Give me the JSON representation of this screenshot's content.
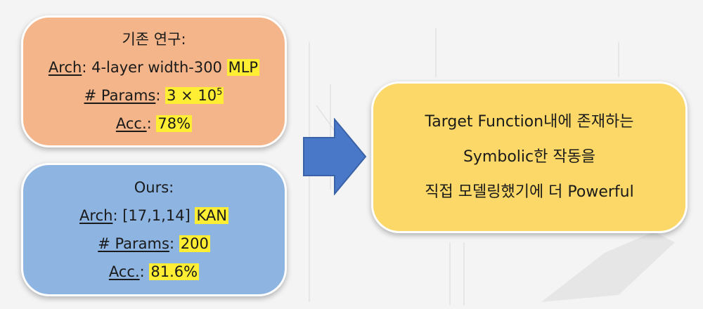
{
  "prior": {
    "title": "기존 연구:",
    "arch_label": "Arch",
    "arch_value": "4-layer width-300",
    "arch_highlight": "MLP",
    "params_label": "# Params",
    "params_value": "3 × 10",
    "params_exponent": "5",
    "acc_label": "Acc.",
    "acc_value": "78%"
  },
  "ours": {
    "title": "Ours:",
    "arch_label": "Arch",
    "arch_value": "[17,1,14]",
    "arch_highlight": "KAN",
    "params_label": "# Params",
    "params_value": "200",
    "acc_label": "Acc.",
    "acc_value": "81.6%"
  },
  "colon": ":",
  "result": {
    "line1": "Target Function내에 존재하는",
    "line2": "Symbolic한 작동을",
    "line3": "직접 모델링했기에 더 Powerful"
  },
  "colors": {
    "prior_bg": "#f3b589",
    "ours_bg": "#8eb5e2",
    "result_bg": "#fbd867",
    "arrow": "#4a78c8",
    "highlight": "#ffee33"
  }
}
